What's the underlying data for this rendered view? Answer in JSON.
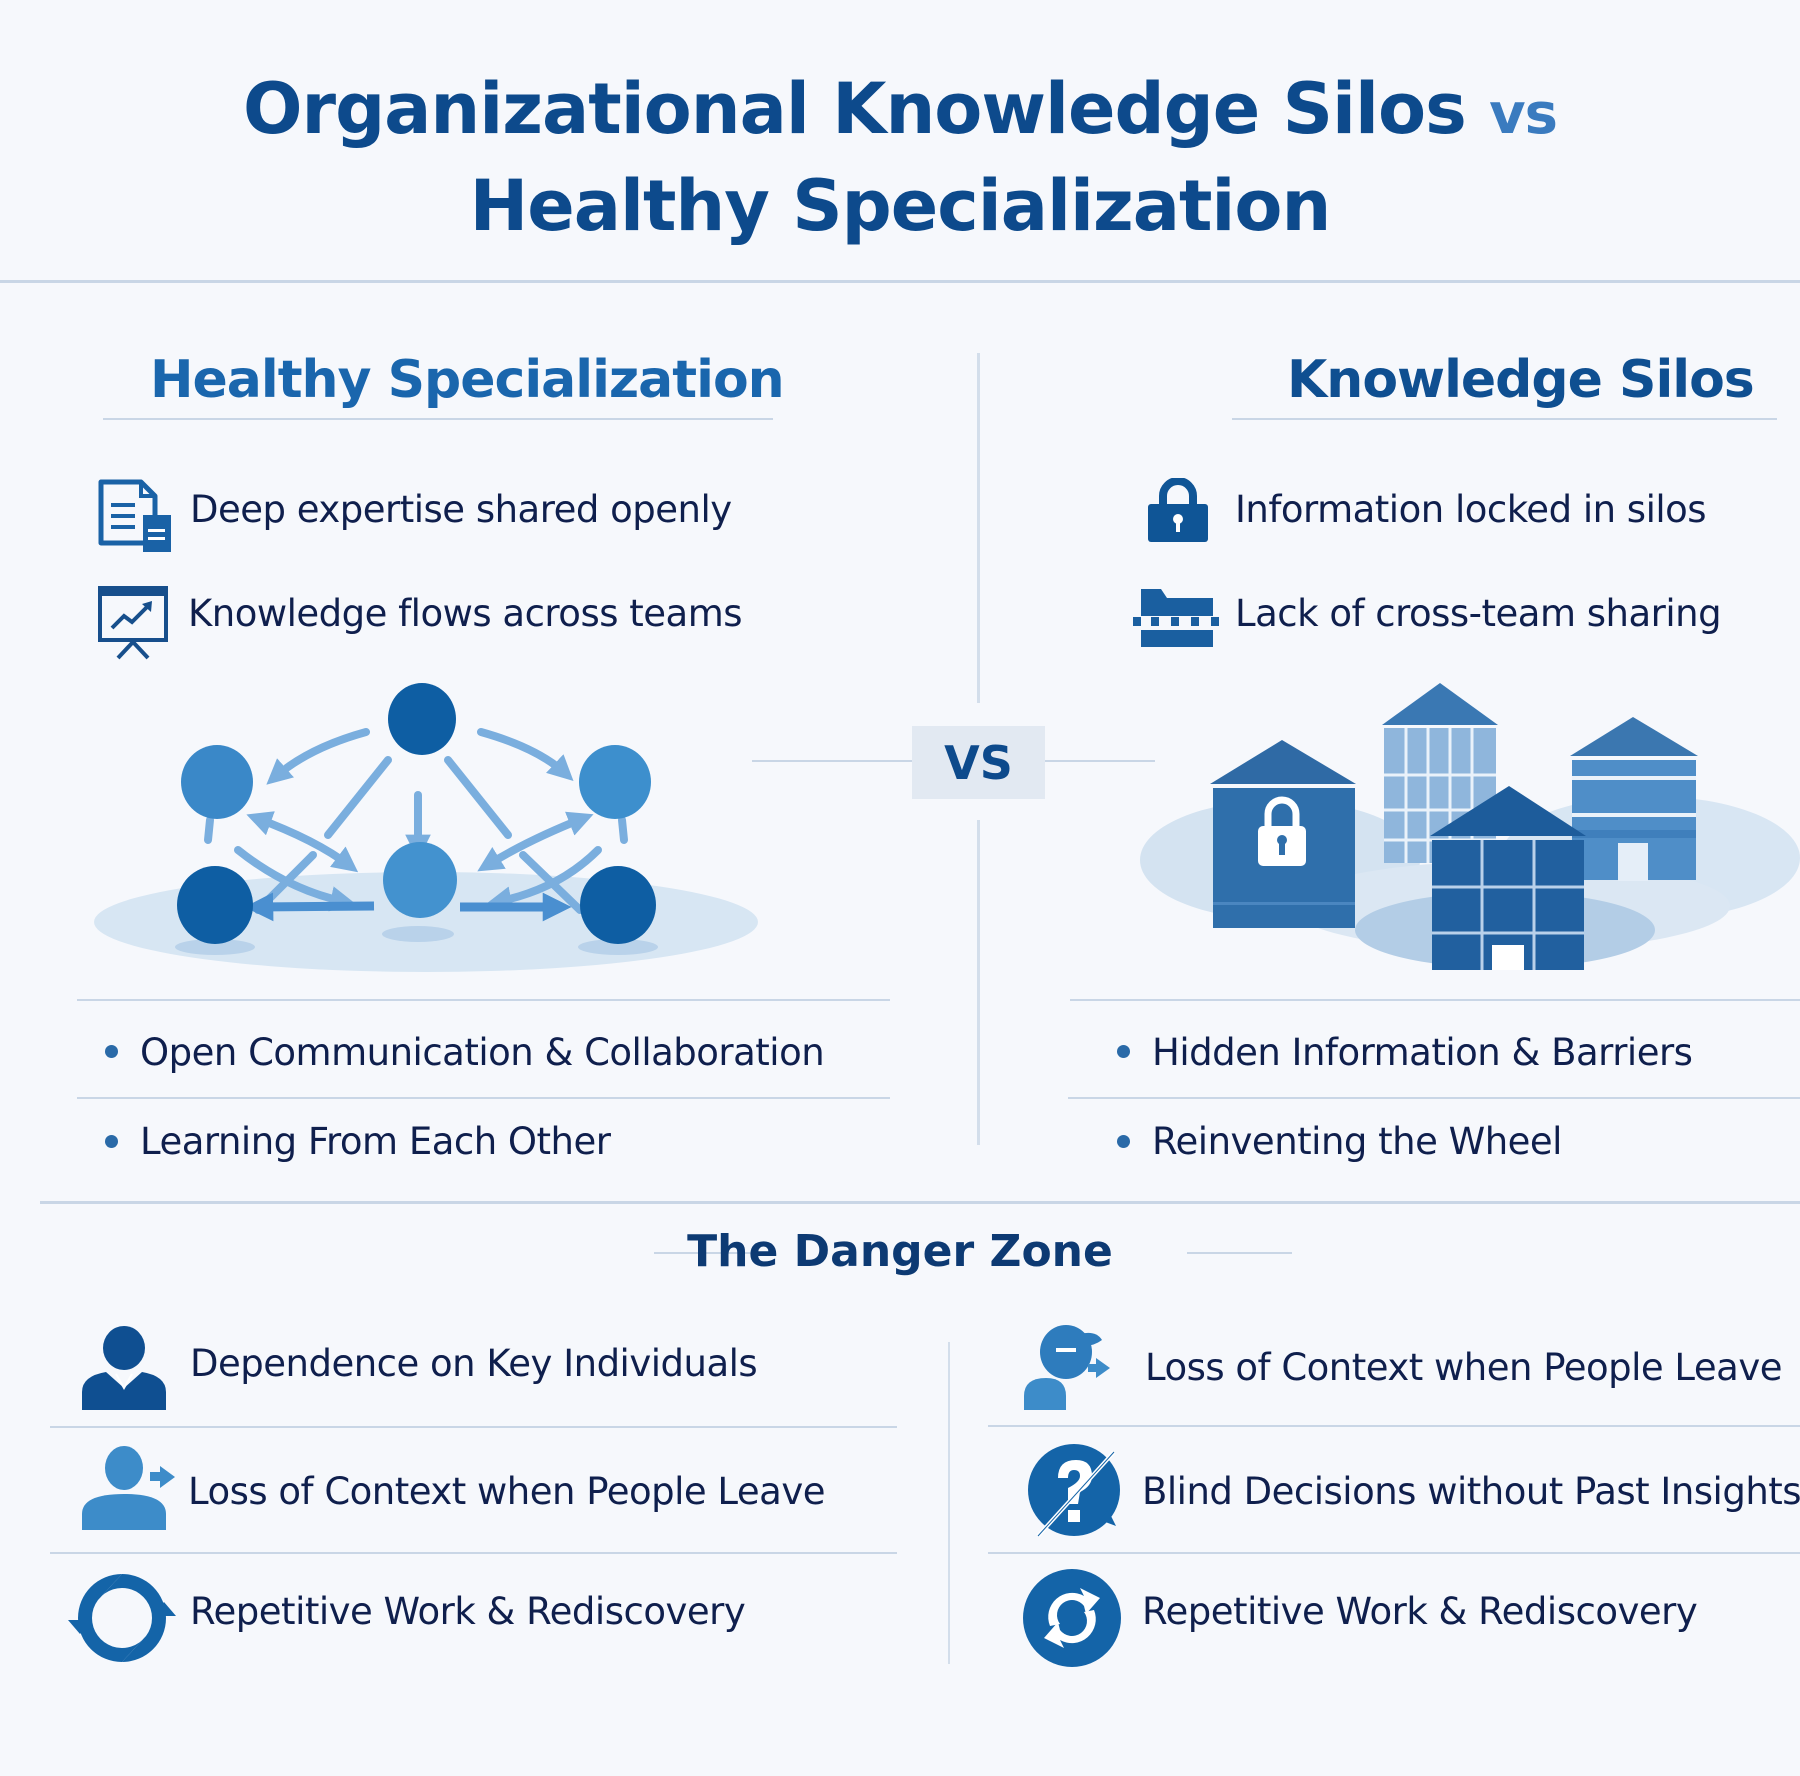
{
  "header": {
    "title_line1": "Organizational Knowledge Silos",
    "title_vs": "vs",
    "title_line2": "Healthy Specialization"
  },
  "left_column": {
    "heading": "Healthy Specialization",
    "features": [
      {
        "icon": "document-icon",
        "label": "Deep expertise shared openly"
      },
      {
        "icon": "presentation-chart-icon",
        "label": "Knowledge flows across teams"
      }
    ],
    "illustration": "connected-network-nodes",
    "bullets": [
      "Open Communication & Collaboration",
      "Learning From Each Other"
    ]
  },
  "divider": {
    "vs_label": "VS"
  },
  "right_column": {
    "heading": "Knowledge Silos",
    "features": [
      {
        "icon": "lock-icon",
        "label": "Information locked in silos"
      },
      {
        "icon": "blocked-folder-icon",
        "label": "Lack of cross-team sharing"
      }
    ],
    "illustration": "isolated-buildings",
    "bullets": [
      "Hidden Information & Barriers",
      "Reinventing the Wheel"
    ]
  },
  "danger_zone": {
    "title": "The Danger Zone",
    "left_items": [
      {
        "icon": "person-icon",
        "label": "Dependence on Key Individuals"
      },
      {
        "icon": "person-leaving-icon",
        "label": "Loss of Context when People Leave"
      },
      {
        "icon": "refresh-cycle-icon",
        "label": "Repetitive Work & Rediscovery"
      }
    ],
    "right_items": [
      {
        "icon": "person-leaving-icon",
        "label": "Loss of Context when People Leave"
      },
      {
        "icon": "blind-question-icon",
        "label": "Blind Decisions without Past Insights"
      },
      {
        "icon": "refresh-cycle-icon",
        "label": "Repetitive Work & Rediscovery"
      }
    ]
  },
  "colors": {
    "background": "#f6f8fc",
    "title": "#0d4a8c",
    "heading": "#1a66ad",
    "body_text": "#0f1f4d",
    "icon_dark": "#0f5596",
    "icon_mid": "#3d8cc9",
    "icon_light": "#7db0da",
    "rule": "#c9d6e6"
  }
}
